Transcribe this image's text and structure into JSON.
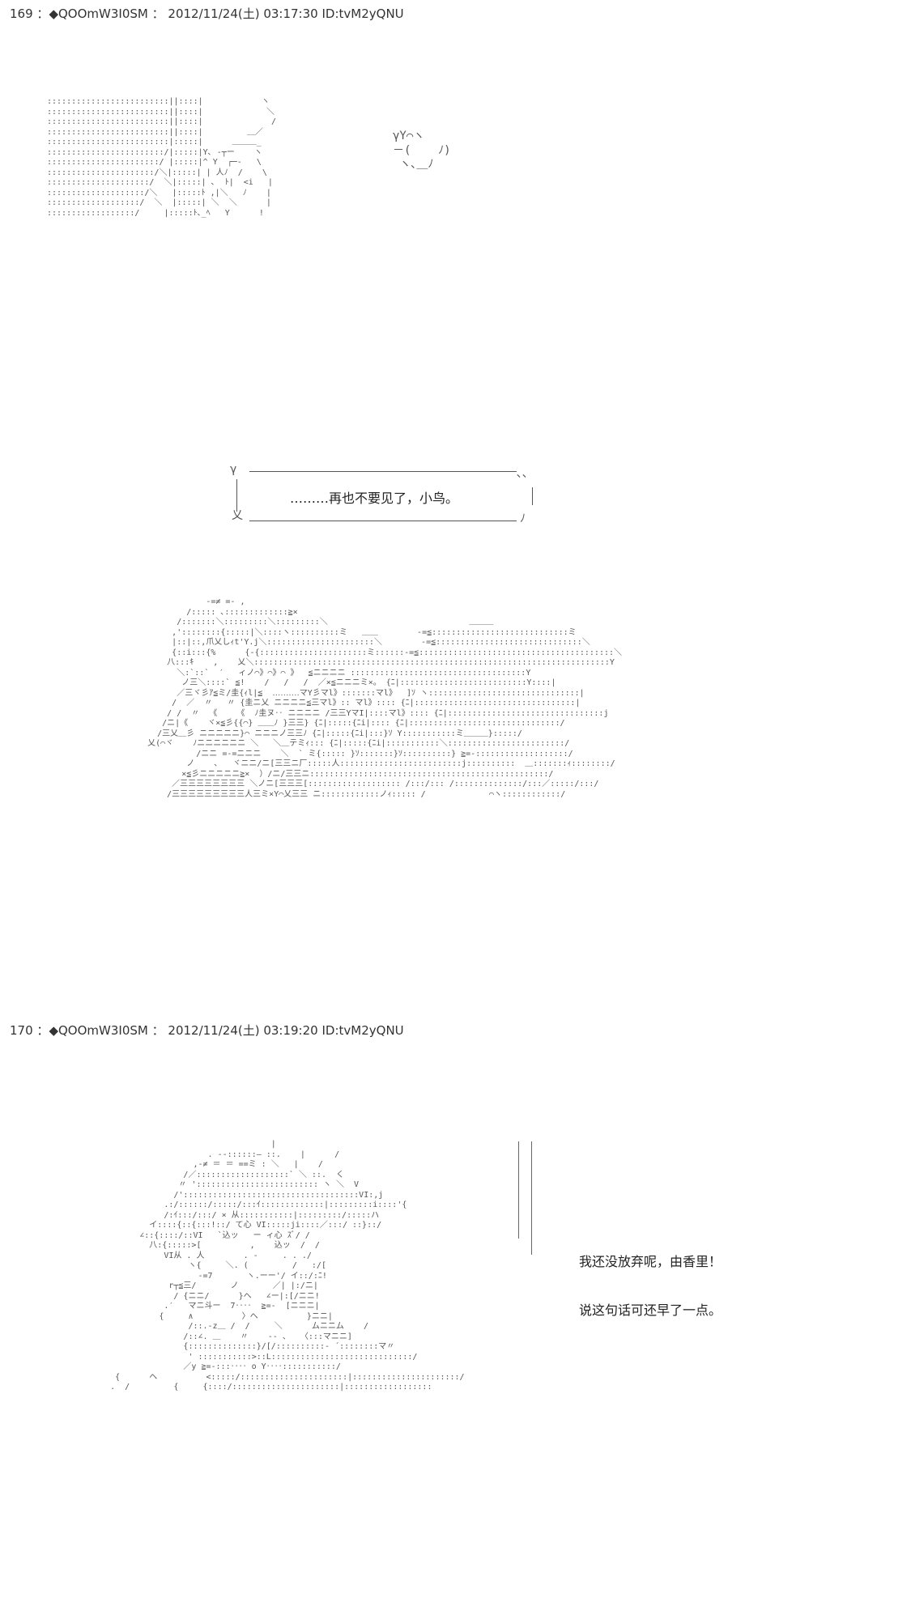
{
  "posts": [
    {
      "number": "169",
      "separator": "：",
      "marker": "◆",
      "trip": "QOOmW3I0SM",
      "datetime": "2012/11/24(土) 03:17:30",
      "id": "ID:tvM2yQNU"
    },
    {
      "number": "170",
      "separator": "：",
      "marker": "◆",
      "trip": "QOOmW3I0SM",
      "datetime": "2012/11/24(土) 03:19:20",
      "id": "ID:tvM2yQNU"
    }
  ],
  "bubble": {
    "text": "………再也不要见了，小鸟。"
  },
  "dialog": {
    "line1": "我还没放弃呢，由香里！",
    "line2": "说这句话可还早了一点。"
  },
  "art": {
    "top": ":::::::::::::::::::::::::||::::|            ヽ\n:::::::::::::::::::::::::||::::|             ＼\n:::::::::::::::::::::::::||::::|              /\n:::::::::::::::::::::::::||::::|         ＿／\n:::::::::::::::::::::::::|:::::|      ＿＿＿_\n::::::::::::::::::::::::/|:::::|Y､ -┬ー    ヽ\n:::::::::::::::::::::::/ |:::::|^ Y  ┌─-   \\\n::::::::::::::::::::::/＼|:::::| | 人ﾉ  /    \\\n:::::::::::::::::::::/  ＼|:::::| ､  ﾄ|  <i   |\n::::::::::::::::::::/＼   |:::::ﾄ ,|＼   ﾉ    |\n:::::::::::::::::::/  ＼  |:::::| ＼  ＼      |\n::::::::::::::::::/     |:::::ﾄ､_ﾍ   Y      !",
    "bird": "γY⌒ヽ\n－(    ﾉ)\n ヽ､＿ﾉ",
    "middle": "                -=≠ =- ,\n            /::::: ､:::::::::::::≧×\n          /:::::::＼:::::::::＼:::::::::＼                             ＿＿＿\n         ,'::::::::{:::::|＼::::ヽ::::::::::ミ   ＿＿        -=≦::::::::::::::::::::::::::::ミ\n         |::|::,爪乂しｨt'Y.j＼::::::::::::::::::::::＼        -=≦::::::::::::::::::::::::::::::＼\n         {::i:::{%      {-{::::::::::::::::::::::ミ::::::-=≦::::::::::::::::::::::::::::::::::::::::＼\n        八:::ｷ    ,    乂＼:::::::::::::::::::::::::::::::::::::::::::::::::::::::::::::::::::::::::Y\n          ＼:`::`  ′   ィノ⌒》⌒》⌒ 》  ≦ニニニニ ::::::::::::::::::::::::::::::::::::Y\n           ノ三＼::::` ≦!    /   /   /  ／×≦ニニニミ×。 {ﾆ|::::::::::::::::::::::::::Y::::|\n          ／三ヾ彡ｱ≦ミ/圭{ｨl|≦  ‥‥‥‥‥マY彡マl》:::::::マl》  ]ｿ ヽ:::::::::::::::::::::::::::::::|\n         /  ／  〃   〃 {圭ニ乂 ニニニニ≦三マl》:: マl》:::: {ﾆ|:::::::::::::::::::::::::::::::::|\n        / /  〃  《    《  ﾉ圭ヌ‥ ニニニニ /三三YマI|::::マl》:::: {ﾆ|::::::::::::::::::::::::::::::::j\n       /ニ|《    ヾ×≦彡{{⌒} ＿＿ﾉ }三三} {ﾆ|:::::{ﾆi|:::: {ﾆ|:::::::::::::::::::::::::::::::/\n      /三乂＿彡 ニニニニニ}⌒ ニニニノ三三ﾉ {ﾆ|:::::{ﾆi|:::}ｿ Y:::::::::::ミ＿＿＿}:::::/\n    乂(⌒ヾ    ﾉニニニニニニ ＼   ＼＿テミｨ::: {ﾆ|:::::{ﾆi|:::::::::::＼::::::::::::::::::::::::/\n              /ニニ =-=ニニニ    ＼  ` ミ{::::: }ｿ:::::::}ｿ::::::::::} ≧=-:::::::::::::::::::/\n            ノ    ､   ヾニニ/ニ[三三ニ厂:::::人:::::::::::::::::::::::::j::::::::::  ＿:::::::ｨ::::::::/\n           ×≦彡ニニニニニ≧×  ）/ニ/三三ニ:::::::::::::::::::::::::::::::::::::::::::::::::/\n         ／三三三三三三三三 ＼ノニ[三三三[::::::::::::::::::: /:::/::: /::::::::::::::/:::／:::::/:::/\n        /三三三三三三三三三人三ミ×Y⌒乂三三 ニ::::::::::::ノｨ::::: /             ⌒ヽ::::::::::::/",
    "bottom": "                                       |\n                          . -‐::::::― ::.    |      /\n                       ,-≠ ＝ ＝ ==ミ : ＼   |    /\n                     /／:::::::::::::::::::` ＼ ::.  く\n                    〃 '::::::::::::::::::::::::: ヽ ＼  V\n                   /'::::::::::::::::::::::::::::::::::::VI:,j\n                 .:/::::::/:::::/:::ｲ:::::::::::::|:::::::::i::::'{\n                 /:ｲ:::/:::/ × 从:::::::::::|:::::::::/:::::ハ\n              イ::::{::{:::!::/ て心 VI:::::ji::::／:::/ ::}::/\n            ∠::{::::/::VI   `込ッ   ー ィ心 ｽﾞ/ /\n              八:{:::::>[          ,    込ッ  /  /\n                 VI从 . 人        . -     . . ./\n                      ヽ{     ＼. (         /   :/[\n                        -=7       ヽ.ーー'/ イ::/:ﾆ!\n                  r┬≦三/       ノ       ／| |:/ニ|\n                   / {ニニ/      }ヘ   ∠ー|:[/ニニ!\n                 .′   マニ斗ー  7‥‥  ≧=-  [ニニニ|\n                {     ∧          〉ヘ          }ニニ|\n                      /::.-z＿ /  /     ＼      ムニニム    /\n                     /::∠. ＿    〃    -- 、  〈:::マニニ]\n                     {::::::::::::::}/[/::::::::::- ´::::::::マ〃\n                      ' :::::::::::>::L:::::::::::::::::::::::::::::/\n                     ／y ≧=-:::‥‥ o Y‥‥:::::::::::/\n       {      ヘ          <:::::/::::::::::::::::::::::|::::::::::::::::::::::/\n      .  /         {     {::::/::::::::::::::::::::::|::::::::::::::::::"
  }
}
